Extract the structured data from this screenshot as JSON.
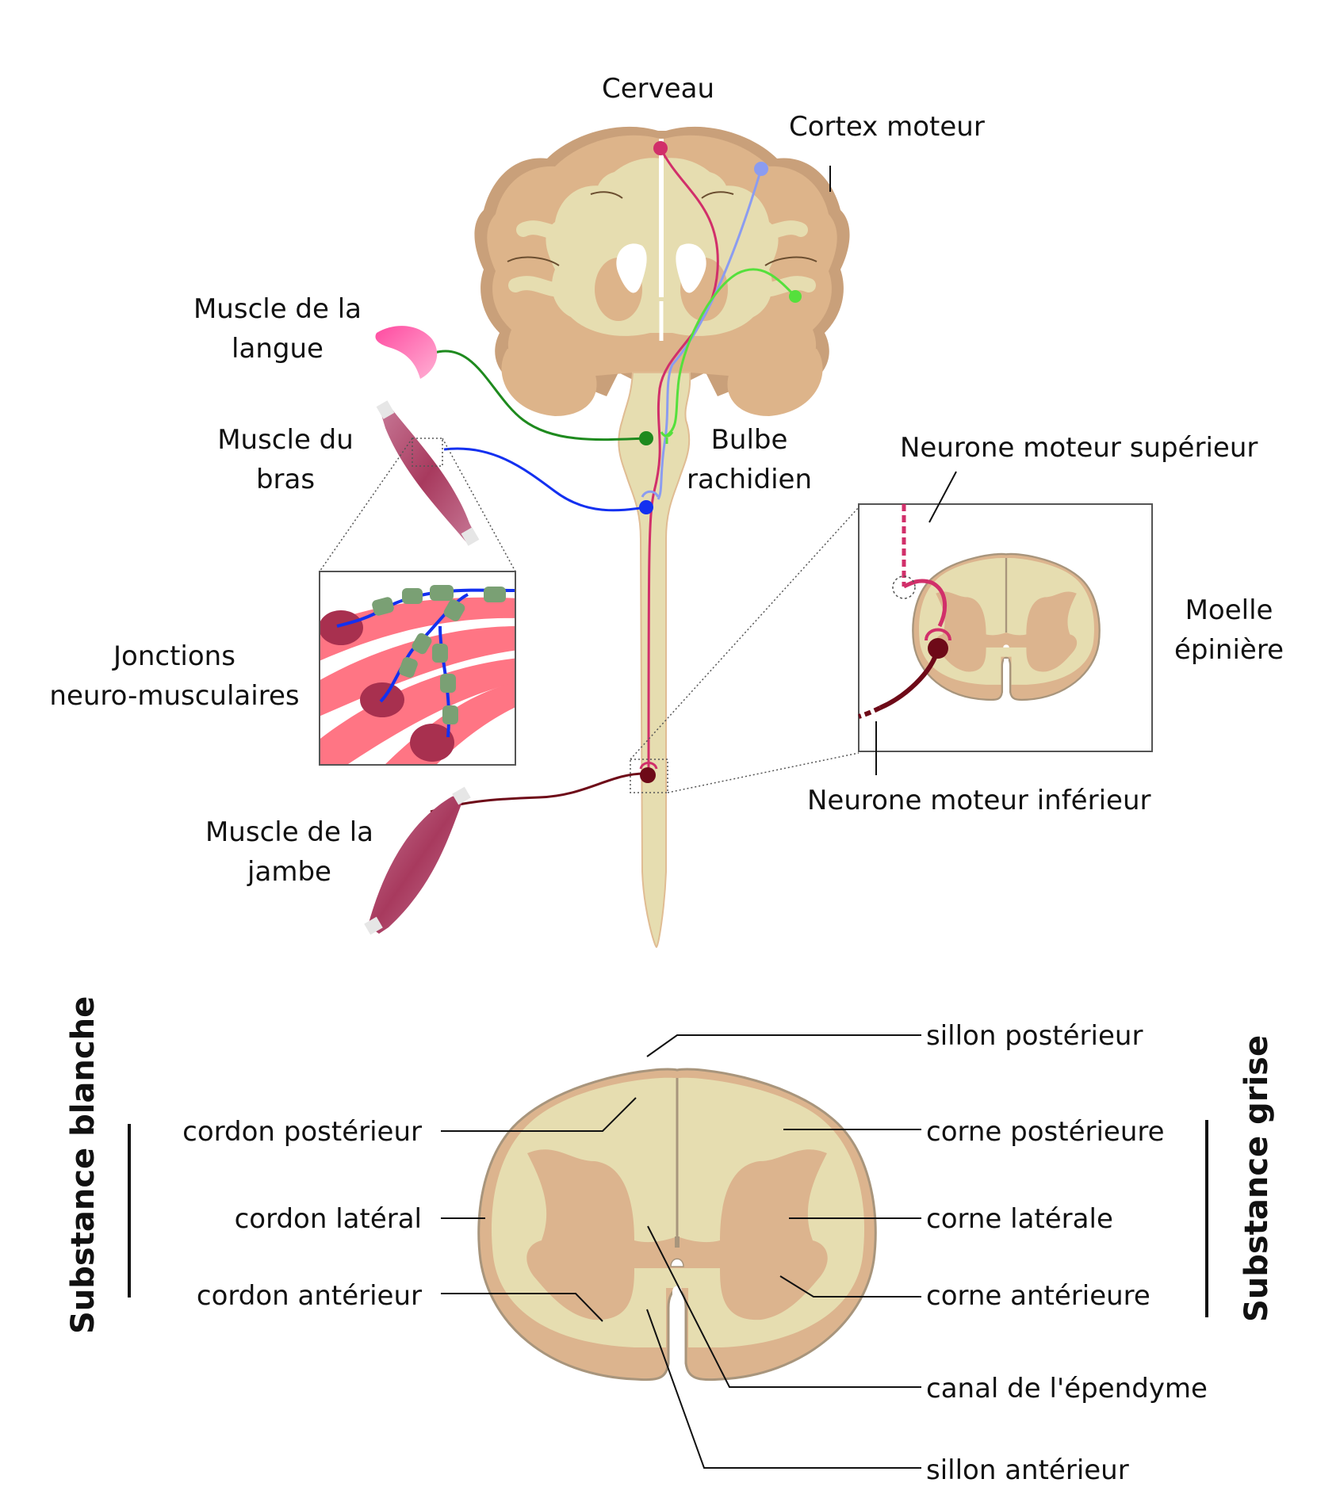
{
  "diagram": {
    "top_labels": {
      "brain": "Cerveau",
      "motor_cortex": "Cortex moteur",
      "tongue_muscle": [
        "Muscle de la",
        "langue"
      ],
      "arm_muscle": [
        "Muscle du",
        "bras"
      ],
      "medulla": [
        "Bulbe",
        "rachidien"
      ],
      "nmj": [
        "Jonctions",
        "neuro-musculaires"
      ],
      "leg_muscle": [
        "Muscle de la",
        "jambe"
      ],
      "upper_motor_neuron": "Neurone moteur supérieur",
      "spinal_cord": [
        "Moelle",
        "épinière"
      ],
      "lower_motor_neuron": "Neurone moteur inférieur"
    },
    "bottom_labels": {
      "white_matter_group": "Substance blanche",
      "grey_matter_group": "Substance grise",
      "left": [
        "cordon postérieur",
        "cordon latéral",
        "cordon antérieur"
      ],
      "right": [
        "sillon postérieur",
        "corne postérieure",
        "corne latérale",
        "corne antérieure",
        "canal de l'épendyme",
        "sillon antérieur"
      ]
    },
    "colors": {
      "white_matter": "#e6ddb0",
      "grey_matter": "#dcb48e",
      "outline": "#a8957c",
      "brain_cortex": "#ddb48a",
      "brain_dark": "#c9a07a",
      "upper_neuron_red": "#d12f6a",
      "upper_neuron_lightblue": "#8b9cf0",
      "upper_neuron_lightgreen": "#55e03c",
      "cranial_green": "#1e8a1e",
      "arm_blue": "#1330f0",
      "leg_darkred": "#6e0a18",
      "muscle": "#b84e70",
      "tongue": "#ff6fae",
      "muscle_fiber": "#ff7584",
      "schwann": "#7aa074"
    }
  }
}
